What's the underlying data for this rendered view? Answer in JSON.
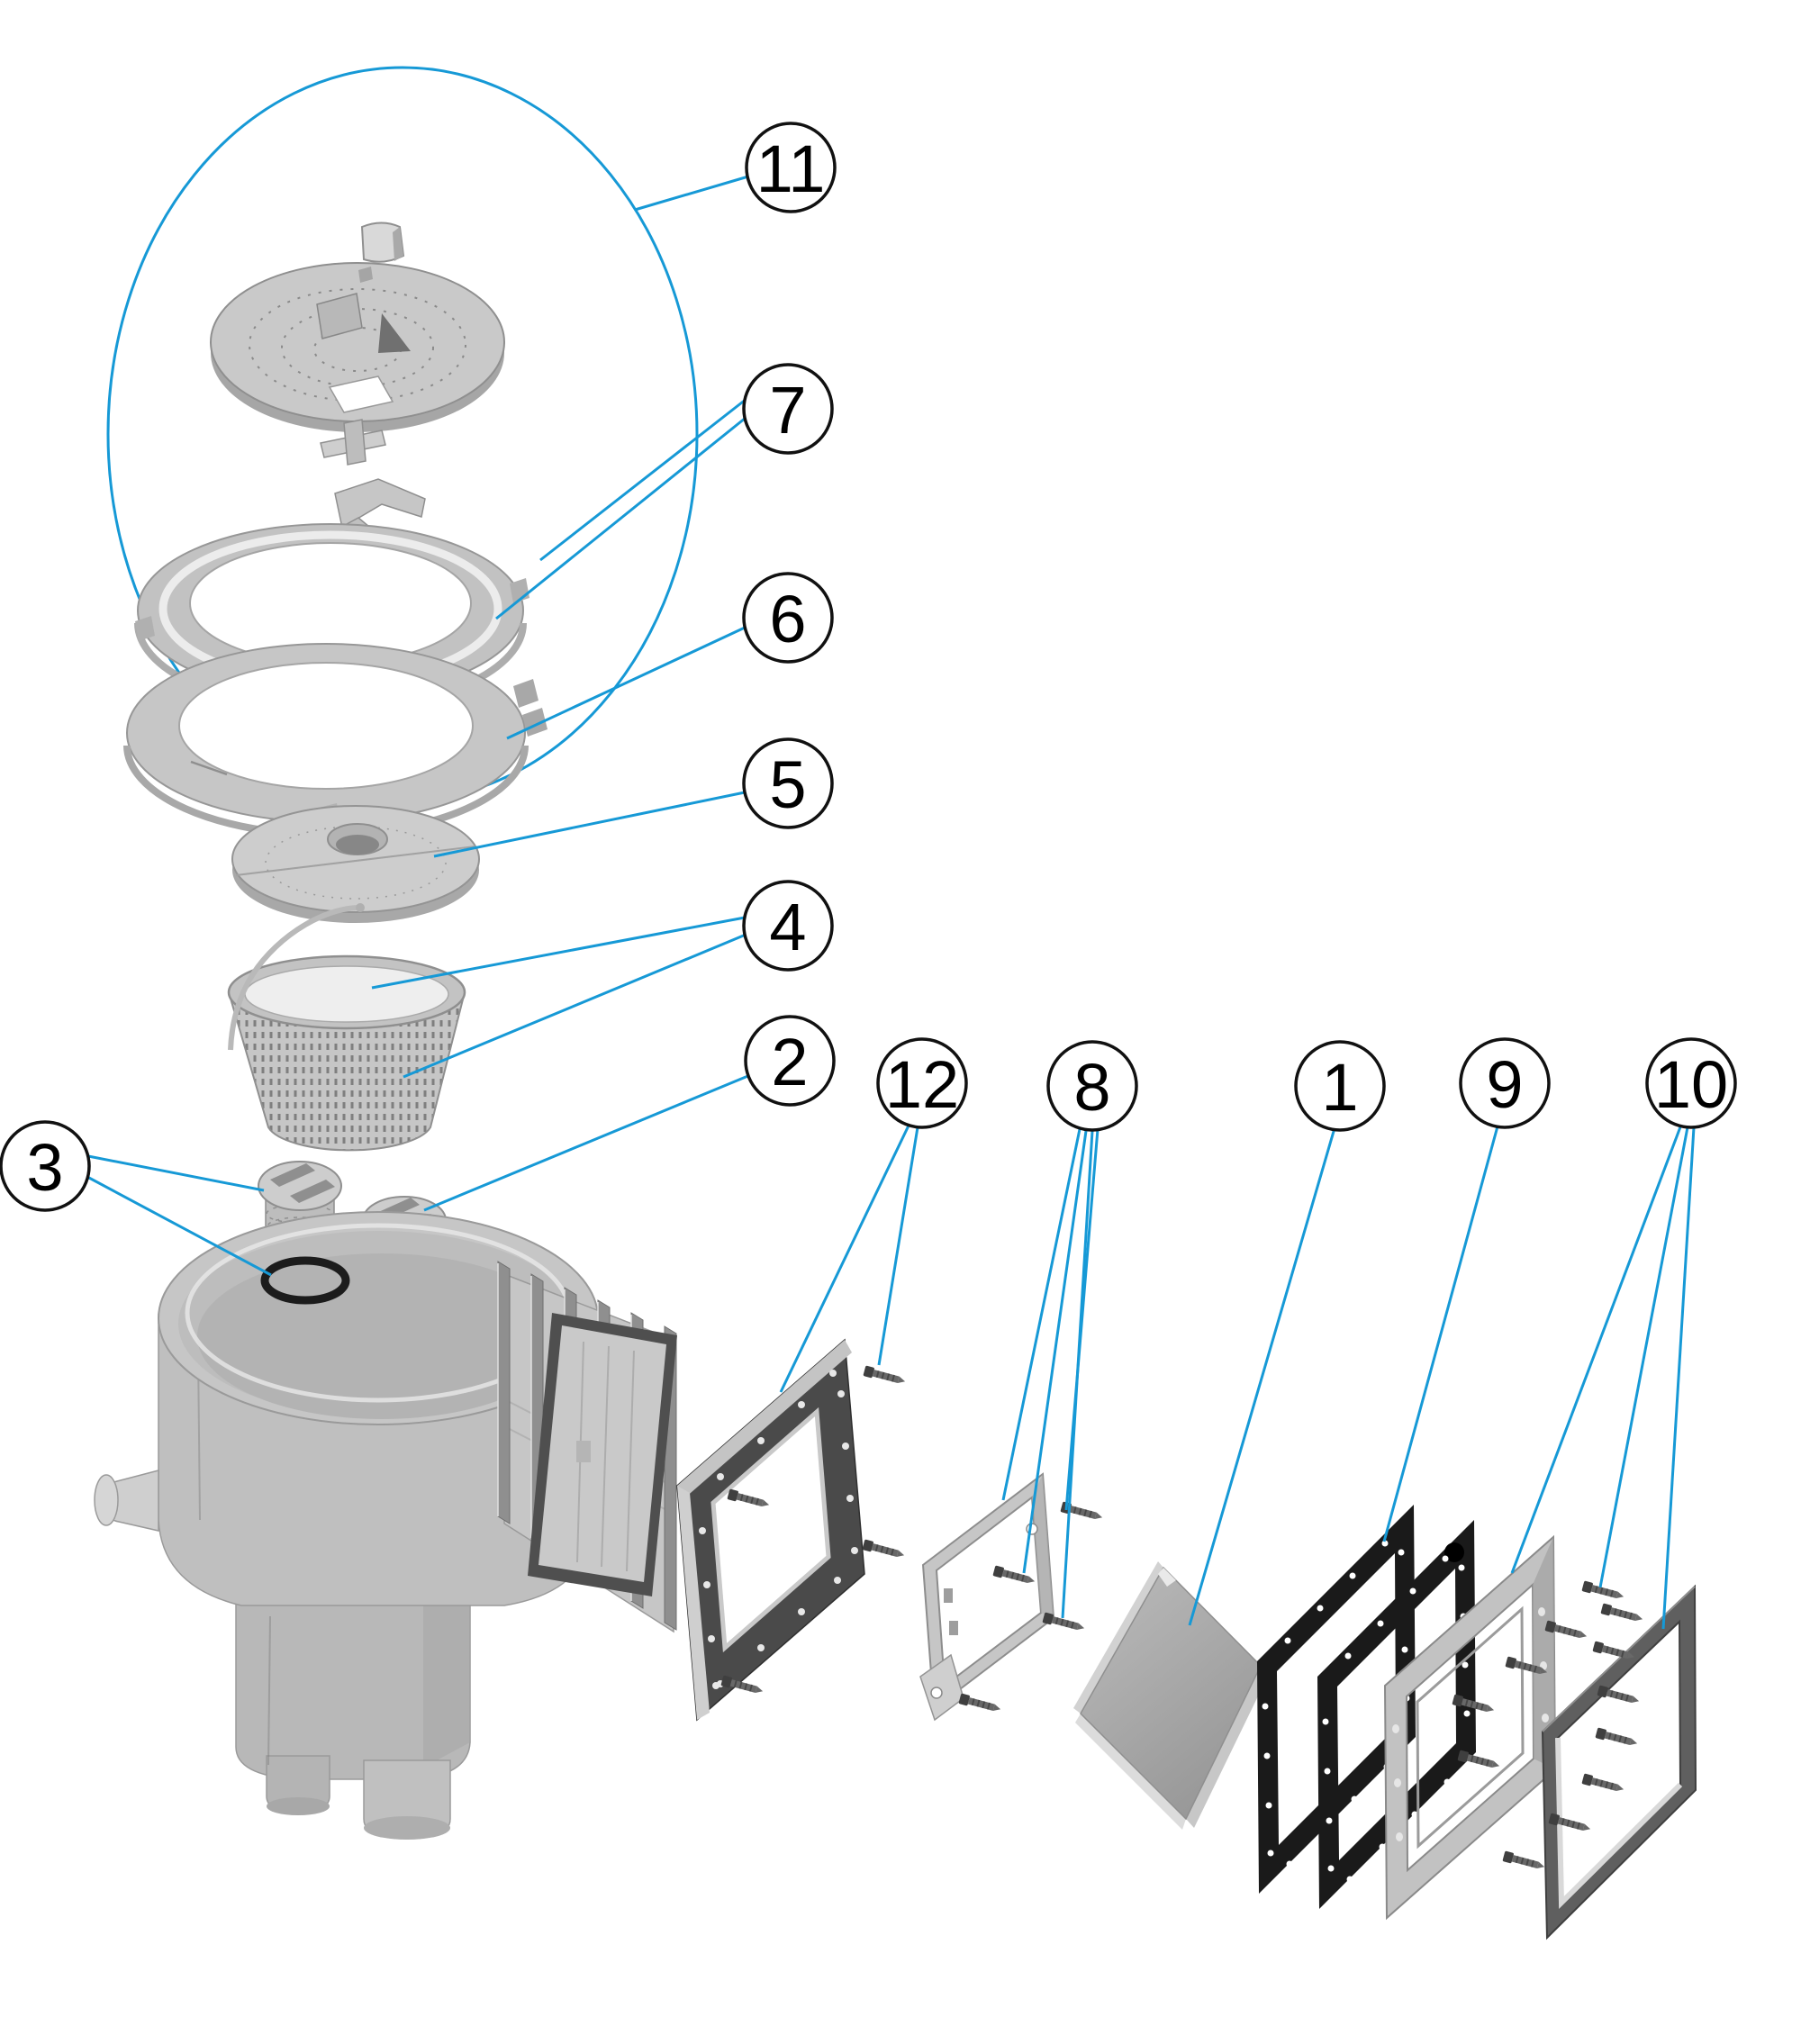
{
  "figure": {
    "kind": "exploded-parts-diagram",
    "background": "#ffffff"
  },
  "colors": {
    "leader_line": "#1699d6",
    "callout_stroke": "#111111",
    "callout_fill": "#ffffff",
    "part_light_gray": "#c9c9c9",
    "part_mid_gray": "#b0b0b0",
    "part_dark_gray": "#4f4f4f",
    "gasket_black": "#1a1a1a"
  },
  "callouts": {
    "c1": "1",
    "c2": "2",
    "c3": "3",
    "c4": "4",
    "c5": "5",
    "c6": "6",
    "c7": "7",
    "c8": "8",
    "c9": "9",
    "c10": "10",
    "c11": "11",
    "c12": "12"
  }
}
